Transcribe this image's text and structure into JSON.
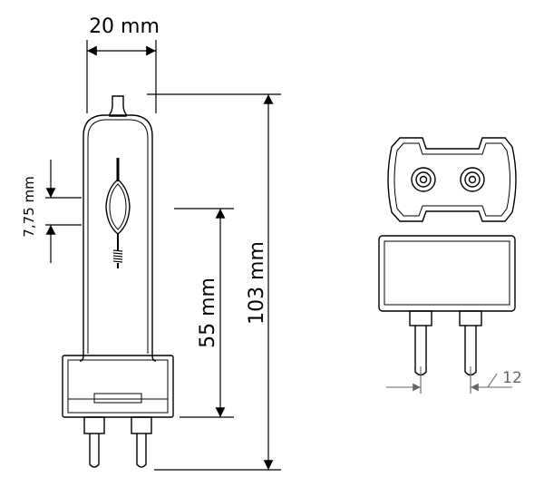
{
  "dimensions": {
    "width_label": "20 mm",
    "arc_label": "7,75 mm",
    "light_center_label": "55 mm",
    "height_label": "103 mm",
    "pin_spacing_label": "12"
  },
  "colors": {
    "line": "#000000",
    "secondary_line": "#666666",
    "background": "#ffffff"
  }
}
